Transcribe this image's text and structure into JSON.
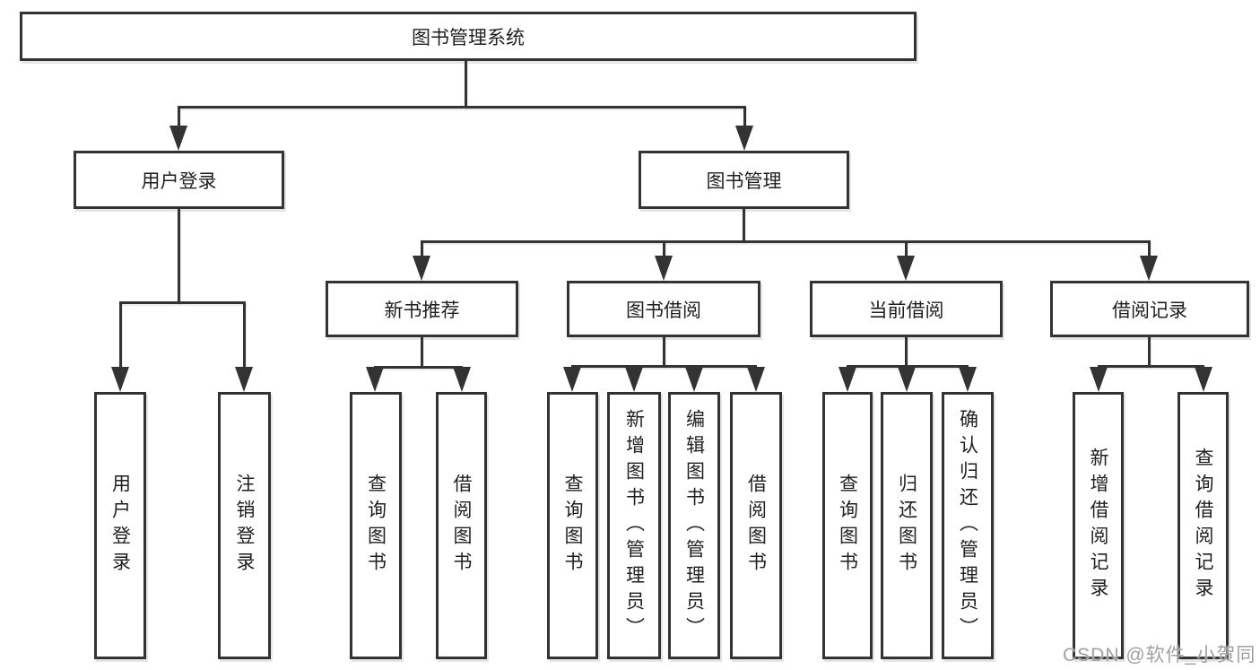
{
  "diagram_title": "图书管理系统",
  "tree": {
    "root": {
      "label": "图书管理系统"
    },
    "branches": [
      {
        "label": "用户登录",
        "children": [
          "用户登录",
          "注销登录"
        ]
      },
      {
        "label": "图书管理",
        "children": [
          {
            "label": "新书推荐",
            "children": [
              "查询图书",
              "借阅图书"
            ]
          },
          {
            "label": "图书借阅",
            "children": [
              "查询图书",
              "新增图书（管理员）",
              "编辑图书（管理员）",
              "借阅图书"
            ]
          },
          {
            "label": "当前借阅",
            "children": [
              "查询图书",
              "归还图书",
              "确认归还（管理员）"
            ]
          },
          {
            "label": "借阅记录",
            "children": [
              "新增借阅记录",
              "查询借阅记录"
            ]
          }
        ]
      }
    ]
  },
  "watermark": "CSDN @软件_小贺同学",
  "colors": {
    "line": "#333333",
    "text": "#1f1f1f",
    "box_background": "#ffffff",
    "watermark": "#a0a0a0"
  }
}
